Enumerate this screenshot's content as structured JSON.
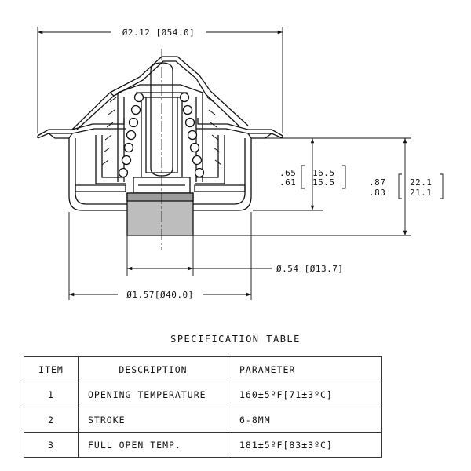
{
  "dimensions": {
    "flange_width": "Ø2.12 [Ø54.0]",
    "inner_height_in": [
      ".65",
      ".61"
    ],
    "inner_height_mm": [
      "16.5",
      "15.5"
    ],
    "overall_height_in": [
      ".87",
      ".83"
    ],
    "overall_height_mm": [
      "22.1",
      "21.1"
    ],
    "piston_diameter": "Ø.54 [Ø13.7]",
    "body_diameter": "Ø1.57[Ø40.0]"
  },
  "table": {
    "title": "SPECIFICATION TABLE",
    "headers": [
      "ITEM",
      "DESCRIPTION",
      "PARAMETER"
    ],
    "rows": [
      [
        "1",
        "OPENING TEMPERATURE",
        "160±5ºF[71±3ºC]"
      ],
      [
        "2",
        "STROKE",
        "6-8MM"
      ],
      [
        "3",
        "FULL OPEN TEMP.",
        "181±5ºF[83±3ºC]"
      ]
    ]
  }
}
